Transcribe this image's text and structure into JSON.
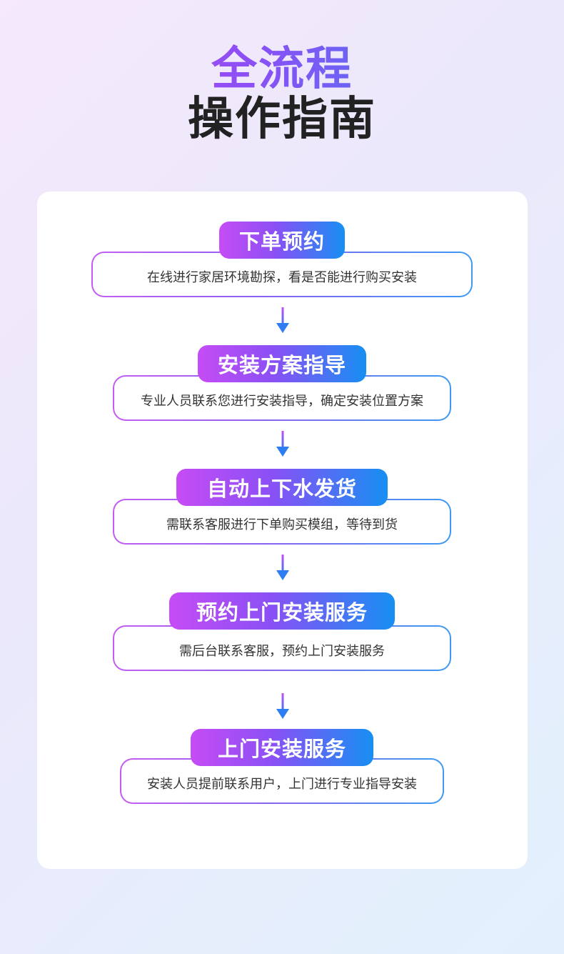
{
  "title": {
    "line1": "全流程",
    "line2": "操作指南"
  },
  "steps": [
    {
      "title": "下单预约",
      "desc": "在线进行家居环境勘探，看是否能进行购买安装"
    },
    {
      "title": "安装方案指导",
      "desc": "专业人员联系您进行安装指导，确定安装位置方案"
    },
    {
      "title": "自动上下水发货",
      "desc": "需联系客服进行下单购买模组，等待到货"
    },
    {
      "title": "预约上门安装服务",
      "desc": "需后台联系客服，预约上门安装服务"
    },
    {
      "title": "上门安装服务",
      "desc": "安装人员提前联系用户，上门进行专业指导安装"
    }
  ],
  "colors": {
    "gradient_start": "#c64cf5",
    "gradient_mid": "#8a50f5",
    "gradient_end": "#178ff3",
    "title_dark": "#222222"
  },
  "icons": [
    "arrow-down-icon"
  ]
}
